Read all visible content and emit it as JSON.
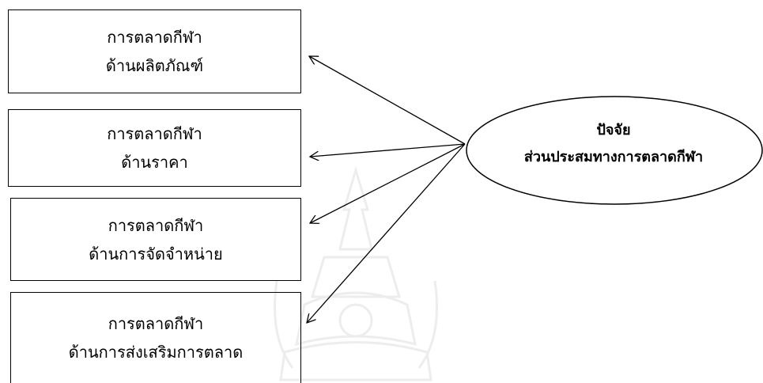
{
  "factors": [
    {
      "line1": "การตลาดกีฬา",
      "line2": "ด้านผลิตภัณฑ์"
    },
    {
      "line1": "การตลาดกีฬา",
      "line2": "ด้านราคา"
    },
    {
      "line1": "การตลาดกีฬา",
      "line2": "ด้านการจัดจำหน่าย"
    },
    {
      "line1": "การตลาดกีฬา",
      "line2": "ด้านการส่งเสริมการตลาด"
    }
  ],
  "latent": {
    "line1": "ปัจจัย",
    "line2": "ส่วนประสมทางการตลาดกีฬา"
  },
  "colors": {
    "stroke": "#000000",
    "background": "#ffffff"
  }
}
